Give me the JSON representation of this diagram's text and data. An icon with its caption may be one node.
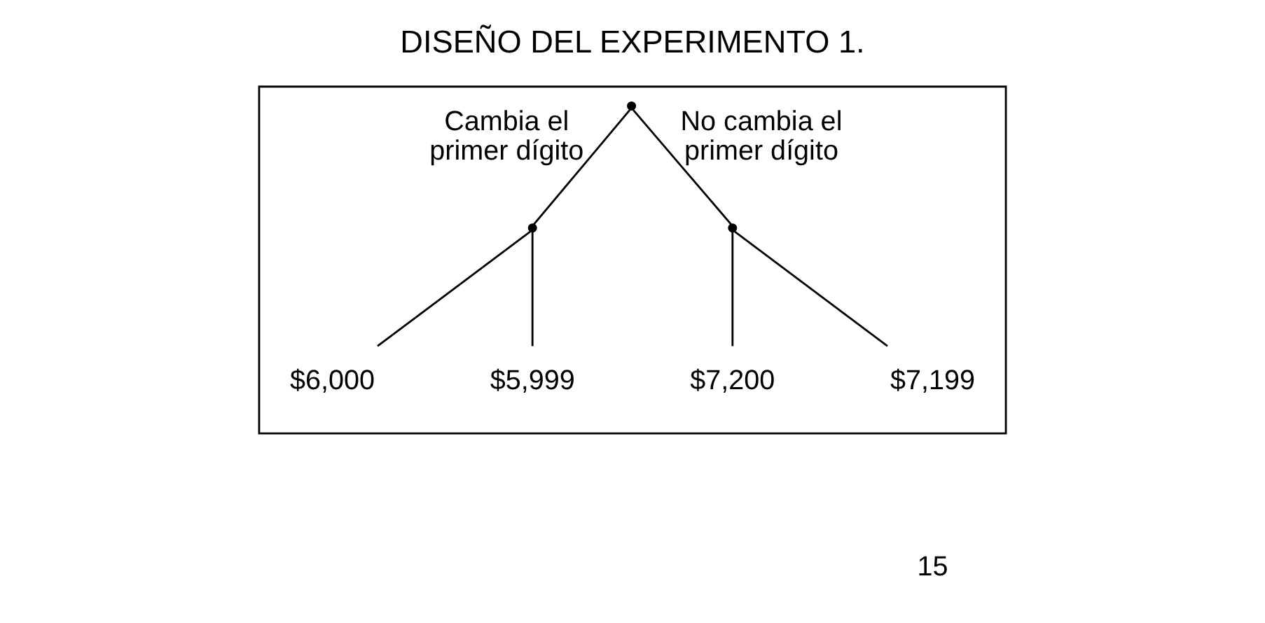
{
  "diagram": {
    "title": "DISEÑO DEL EXPERIMENTO 1.",
    "nodes": [
      {
        "text": [],
        "shape": "box"
      },
      {
        "text": [],
        "shape": "point",
        "in": 0
      },
      {
        "text": [],
        "shape": "point",
        "in": 0
      },
      {
        "text": [],
        "shape": "point",
        "in": 0
      },
      {
        "text": [
          "$6,000"
        ],
        "in": 0
      },
      {
        "text": [
          "$5,999"
        ],
        "in": 0
      },
      {
        "text": [
          "$7,200"
        ],
        "in": 0
      },
      {
        "text": [
          "$7,199"
        ],
        "in": 0
      }
    ],
    "edges": [
      {
        "from": 1,
        "to": 2,
        "arrow": "none",
        "label": "Cambia el primer dígito"
      },
      {
        "from": 1,
        "to": 3,
        "arrow": "none",
        "label": "No cambia el primer dígito"
      },
      {
        "from": 2,
        "to": 4,
        "arrow": "none"
      },
      {
        "from": 2,
        "to": 5,
        "arrow": "none"
      },
      {
        "from": 3,
        "to": 6,
        "arrow": "none"
      },
      {
        "from": 3,
        "to": 7,
        "arrow": "none"
      }
    ],
    "labels": [
      "15"
    ]
  }
}
